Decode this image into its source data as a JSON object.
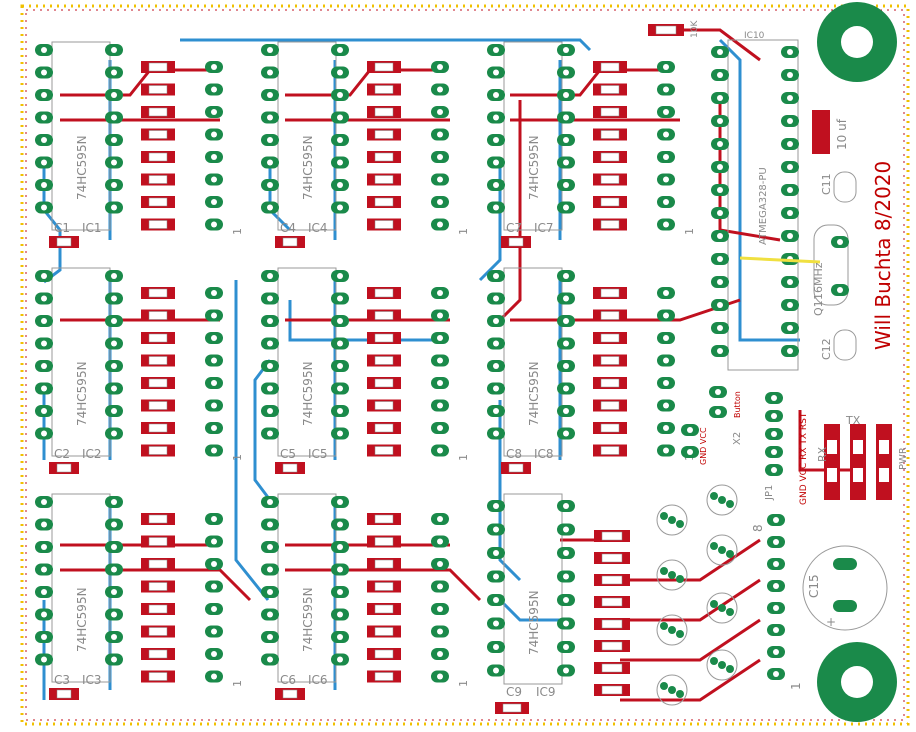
{
  "board": {
    "signature": "Will Buchta 8/2020",
    "mcu_label": "ATMEGA328-PU",
    "mcu_ref": "IC10",
    "crystal_label": "16MHz",
    "crystal_ref": "Q1",
    "cap_value": "10 uf",
    "resistor_value": "10K",
    "shift_register_part": "74HC595N"
  },
  "chips": [
    {
      "ref": "IC1",
      "cap": "C1"
    },
    {
      "ref": "IC4",
      "cap": "C4"
    },
    {
      "ref": "IC7",
      "cap": "C7"
    },
    {
      "ref": "IC2",
      "cap": "C2"
    },
    {
      "ref": "IC5",
      "cap": "C5"
    },
    {
      "ref": "IC8",
      "cap": "C8"
    },
    {
      "ref": "IC3",
      "cap": "C3"
    },
    {
      "ref": "IC6",
      "cap": "C6"
    },
    {
      "ref": "IC9",
      "cap": "C9"
    }
  ],
  "connectors": {
    "x2_label": "X2",
    "x2_pins": "GND VCC",
    "button_label": "Button",
    "serial_label": "JP1",
    "serial_pins": "GND VCC RX TX RST",
    "row_marker": "1",
    "pin8_marker": "8"
  },
  "caps": {
    "c11": "C11",
    "c12": "C12",
    "c15": "C15",
    "c15_plus": "+"
  },
  "leds": {
    "rx": "RX",
    "tx": "TX",
    "pwr": "PWR"
  },
  "colors": {
    "top_copper": "#c0101f",
    "bottom_copper": "#2f8fd0",
    "pad": "#1a8a4a",
    "smd": "#c0101f",
    "outline": "#f0c000",
    "silk": "#8a8a8a"
  }
}
